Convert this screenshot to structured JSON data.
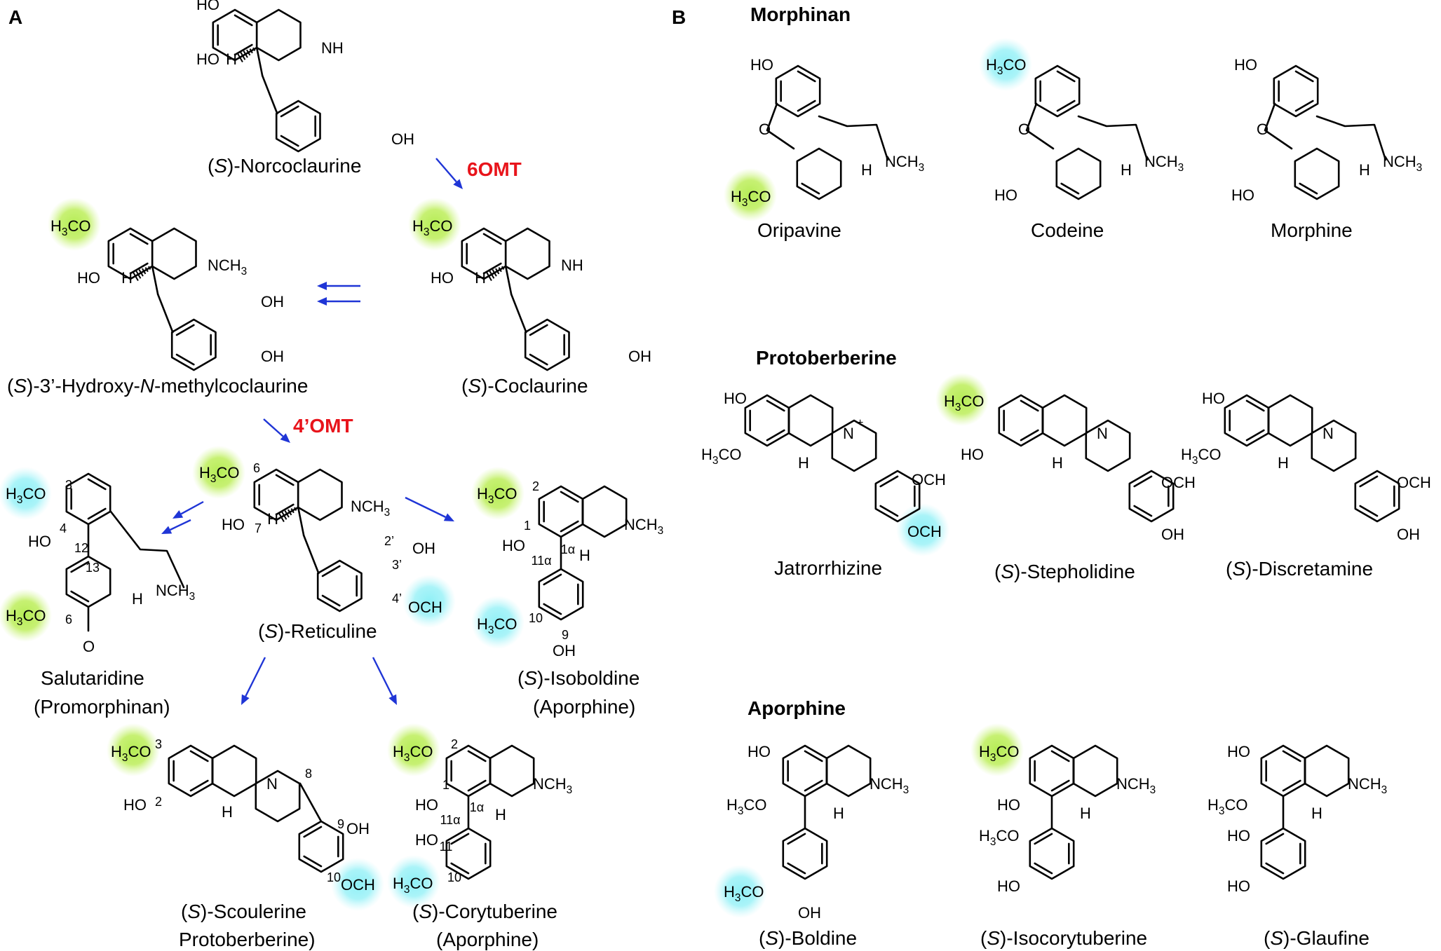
{
  "panels": [
    {
      "letter": "A"
    },
    {
      "letter": "B"
    }
  ],
  "enzymes": [
    {
      "label": "6OMT"
    },
    {
      "label": "4’OMT"
    }
  ],
  "compounds_a": [
    {
      "prefix": "(",
      "stereo": "S",
      "suffix": ")-Norcoclaurine"
    },
    {
      "prefix": "(",
      "stereo": "S",
      "suffix": ")-Coclaurine"
    },
    {
      "prefix": "(",
      "stereo": "S",
      "suffix": ")-3’-Hydroxy-",
      "italic2": "N",
      "suffix2": "-methylcoclaurine"
    },
    {
      "prefix": "(",
      "stereo": "S",
      "suffix": ")-Reticuline"
    },
    {
      "line1": "Salutaridine",
      "line2": "(Promorphinan)"
    },
    {
      "prefix": "(",
      "stereo": "S",
      "suffix": ")-Isoboldine",
      "line2": "(Aporphine)"
    },
    {
      "prefix": "(",
      "stereo": "S",
      "suffix": ")-Scoulerine",
      "line2": "Protoberberine)"
    },
    {
      "prefix": "(",
      "stereo": "S",
      "suffix": ")-Corytuberine",
      "line2": "(Aporphine)"
    }
  ],
  "classes_b": [
    {
      "title": "Morphinan",
      "compounds": [
        {
          "name": "Oripavine"
        },
        {
          "name": "Codeine"
        },
        {
          "name": "Morphine"
        }
      ]
    },
    {
      "title": "Protoberberine",
      "compounds": [
        {
          "name": "Jatrorrhizine"
        },
        {
          "prefix": "(",
          "stereo": "S",
          "suffix": ")-Stepholidine"
        },
        {
          "prefix": "(",
          "stereo": "S",
          "suffix": ")-Discretamine"
        }
      ]
    },
    {
      "title": "Aporphine",
      "compounds": [
        {
          "prefix": "(",
          "stereo": "S",
          "suffix": ")-Boldine"
        },
        {
          "prefix": "(",
          "stereo": "S",
          "suffix": ")-Isocorytuberine"
        },
        {
          "prefix": "(",
          "stereo": "S",
          "suffix": ")-Glaufine"
        }
      ]
    }
  ],
  "groups": {
    "ho": "HO",
    "oh": "OH",
    "nh": "NH",
    "h": "H",
    "o": "O",
    "n": "N",
    "nch3": "NCH",
    "och3": "OCH",
    "h3co_h": "H",
    "h3co_tail": "CO",
    "sub3": "3",
    "plus": "+"
  },
  "atom_numbers": [
    "3",
    "4",
    "12",
    "13",
    "6",
    "7",
    "2’",
    "3’",
    "4’",
    "2",
    "1",
    "1α",
    "11α",
    "10",
    "9",
    "8",
    "11"
  ],
  "colors": {
    "arrow": "#1f35d6",
    "enzyme": "#e8141b",
    "new_bond": "#e8141b",
    "highlight_6omt": "#b5ec55",
    "highlight_4omt": "#8ff0f6"
  }
}
